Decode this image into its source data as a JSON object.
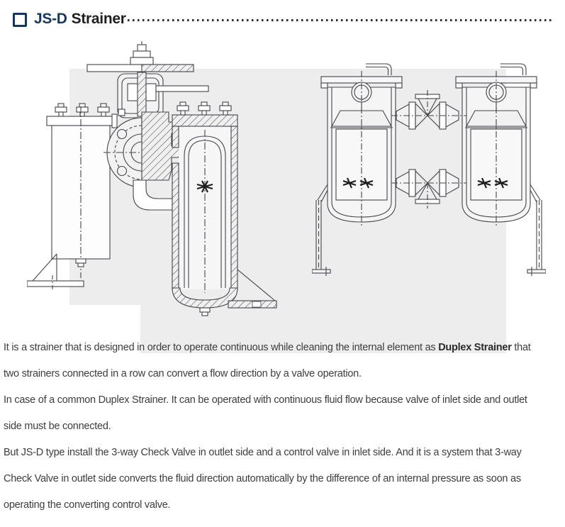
{
  "header": {
    "bullet_icon": "square-bullet-icon",
    "title_accent": "JS-D",
    "title_rest": "Strainer",
    "accent_color": "#17375e",
    "leader_style": "dotted"
  },
  "figures": {
    "background_color": "#ededed",
    "line_color": "#45454c",
    "left_figure": "duplex-strainer-cross-section-drawing",
    "right_figure": "duplex-strainer-front-elevation-drawing"
  },
  "body": {
    "lines": [
      {
        "pre": "It is a strainer that is designed in order to operate continuous while cleaning the internal element as ",
        "bold": "Duplex Strainer",
        "post": " that"
      },
      {
        "text": "two strainers connected in a row can convert a flow direction by a valve operation."
      },
      {
        "text": "In case of a common Duplex Strainer. It can be operated with continuous fluid flow because valve of inlet side and outlet"
      },
      {
        "text": "side must be connected."
      },
      {
        "text": "But JS-D type install the 3-way Check Valve in outlet side and a control valve in inlet side. And it is a system that 3-way"
      },
      {
        "text": "Check Valve in outlet side converts the fluid direction automatically by the difference of an internal pressure as soon as"
      },
      {
        "text": "operating the converting control valve."
      }
    ]
  }
}
